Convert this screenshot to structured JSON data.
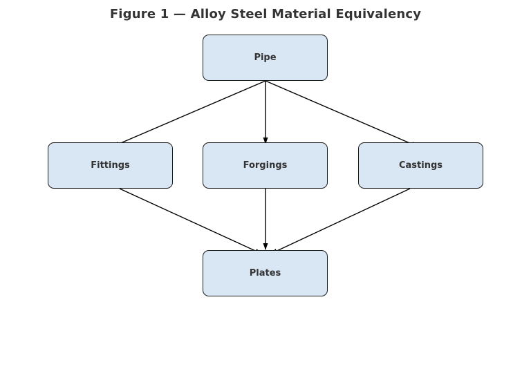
{
  "title": "Figure 1 — Alloy Steel Material Equivalency",
  "diagram": {
    "type": "flow-hierarchy",
    "nodes": [
      {
        "id": "pipe",
        "label": "Pipe",
        "level": "top"
      },
      {
        "id": "fittings",
        "label": "Fittings",
        "level": "middle"
      },
      {
        "id": "forgings",
        "label": "Forgings",
        "level": "middle"
      },
      {
        "id": "castings",
        "label": "Castings",
        "level": "middle"
      },
      {
        "id": "plates",
        "label": "Plates",
        "level": "bottom"
      }
    ],
    "edges": [
      {
        "from": "Pipe",
        "to": "Fittings"
      },
      {
        "from": "Pipe",
        "to": "Forgings"
      },
      {
        "from": "Pipe",
        "to": "Castings"
      },
      {
        "from": "Fittings",
        "to": "Plates"
      },
      {
        "from": "Forgings",
        "to": "Plates"
      },
      {
        "from": "Castings",
        "to": "Plates"
      }
    ],
    "colors": {
      "node_fill": "#d9e6f3",
      "node_border": "#1a1a1a",
      "label_text": "#333333",
      "arrow": "#000000",
      "background": "#ffffff"
    }
  }
}
